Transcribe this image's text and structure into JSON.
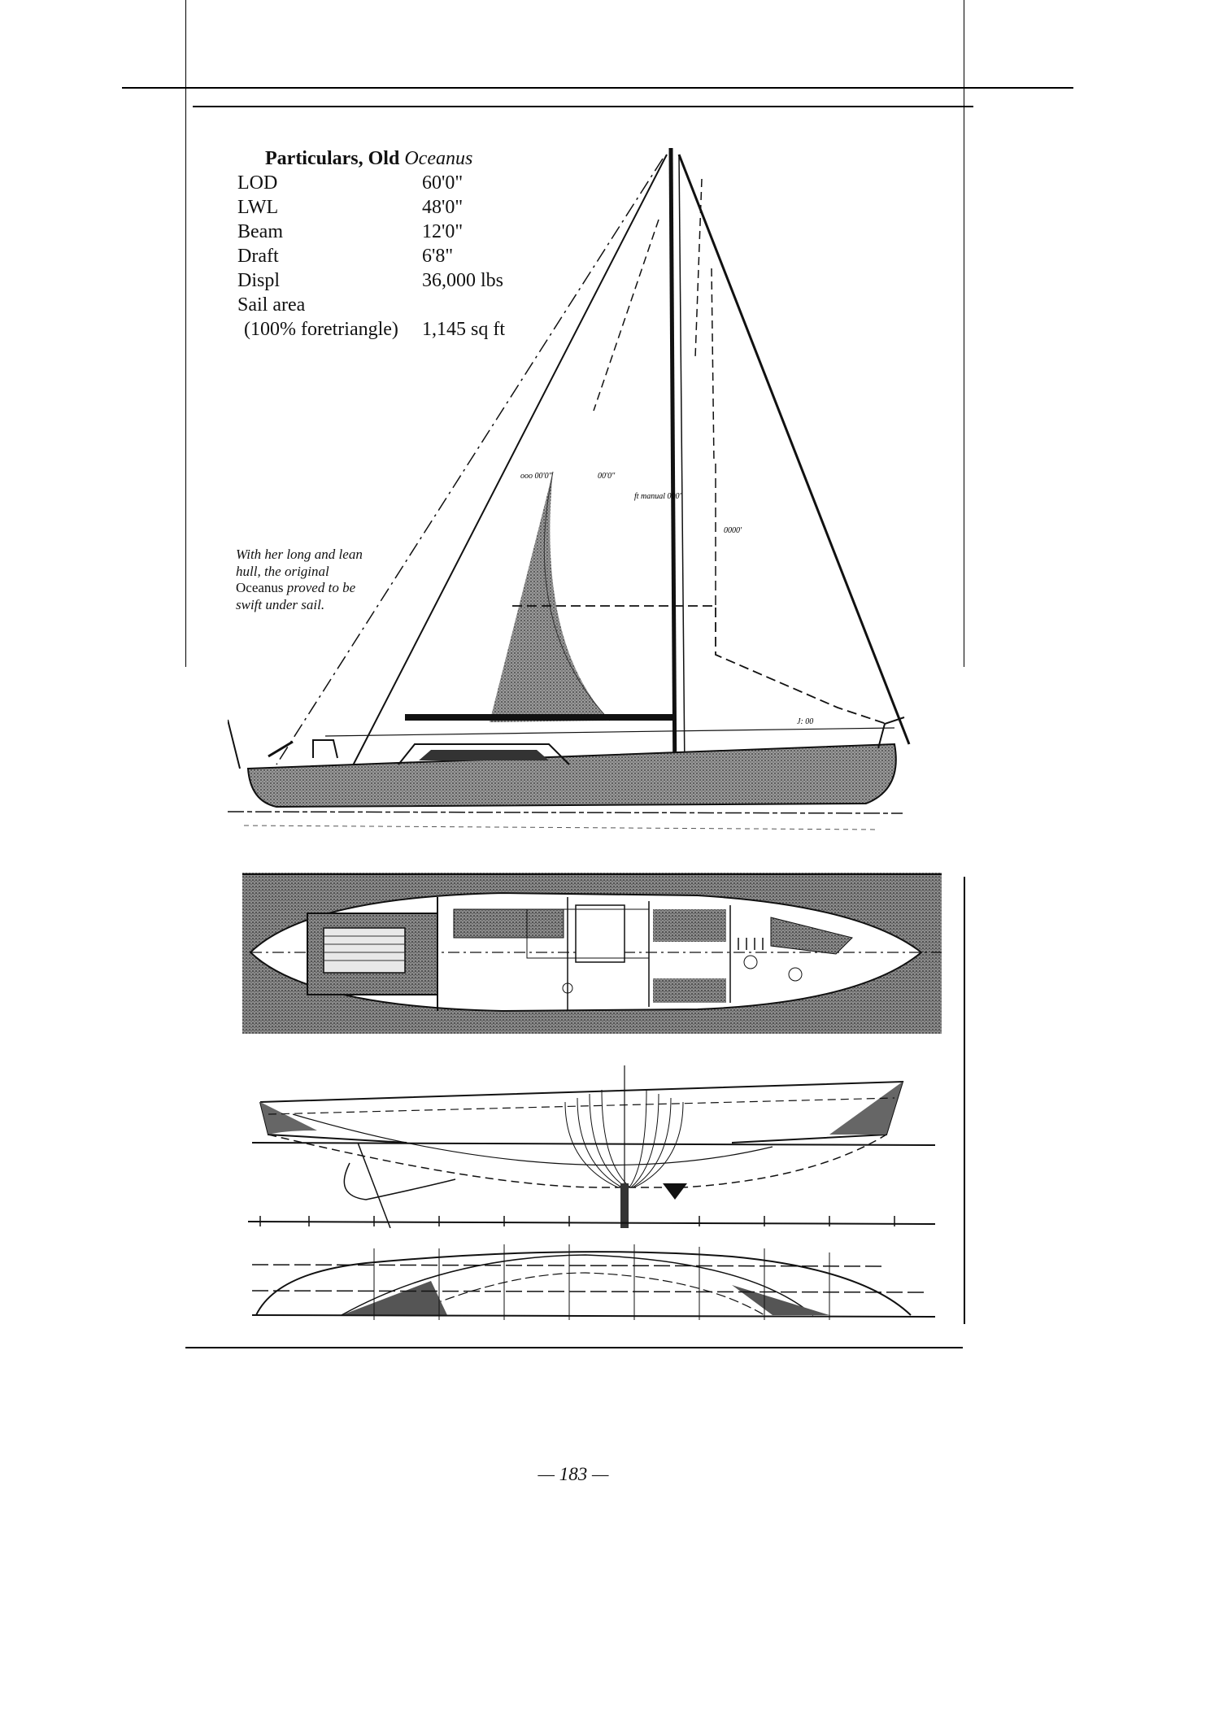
{
  "page": {
    "folio": "— 183 —",
    "background": "#ffffff",
    "ink": "#111111"
  },
  "particulars": {
    "title_bold": "Particulars, Old ",
    "title_italic": "Oceanus",
    "rows": [
      {
        "label": "LOD",
        "value": "60'0\""
      },
      {
        "label": "LWL",
        "value": "48'0\""
      },
      {
        "label": "Beam",
        "value": "12'0\""
      },
      {
        "label": "Draft",
        "value": "6'8\""
      },
      {
        "label": "Displ",
        "value": "36,000 lbs"
      },
      {
        "label": "Sail area",
        "value": ""
      },
      {
        "label": "(100% foretriangle)",
        "value": "1,145 sq ft"
      }
    ]
  },
  "caption": {
    "line1": "With her long and lean",
    "line2": "hull, the original",
    "line3_upright": "Oceanus",
    "line3_italic": " proved to be",
    "line4": "swift under sail."
  },
  "figures": [
    {
      "name": "sail-plan",
      "description": "Sail plan profile drawing of sloop"
    },
    {
      "name": "deck-plan",
      "description": "Accommodation / deck plan from above"
    },
    {
      "name": "hull-lines-profile",
      "description": "Lines drawing profile with body plan sections"
    },
    {
      "name": "hull-lines-halfbreadth",
      "description": "Half-breadth lines plan"
    }
  ]
}
